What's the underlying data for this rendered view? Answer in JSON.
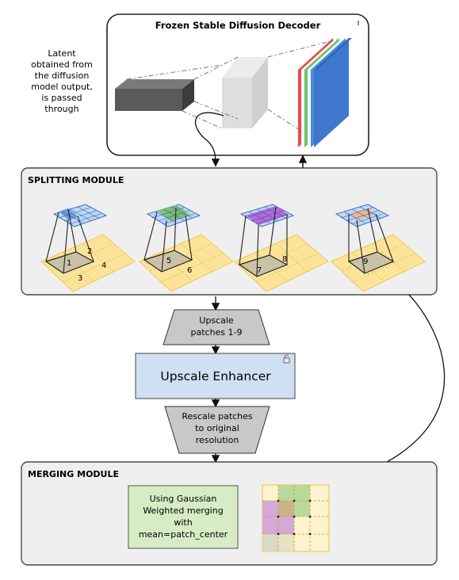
{
  "decoder": {
    "title": "Frozen Stable Diffusion Decoder"
  },
  "latent_note": {
    "lines": [
      "Latent",
      "obtained from",
      "the diffusion",
      "model output,",
      "is passed",
      "through"
    ]
  },
  "splitting": {
    "title": "SPLITTING MODULE",
    "groups": [
      {
        "labels": [
          "1",
          "2",
          "3",
          "4"
        ],
        "highlight": "#6a9ad8"
      },
      {
        "labels": [
          "5",
          "6"
        ],
        "highlight": "#7cc070"
      },
      {
        "labels": [
          "7",
          "8"
        ],
        "highlight": "#b56ad8"
      },
      {
        "labels": [
          "9"
        ],
        "highlight": "#f0b890"
      }
    ]
  },
  "upscale": {
    "lines": [
      "Upscale",
      "patches 1-9"
    ]
  },
  "enhancer": {
    "label": "Upscale Enhancer"
  },
  "rescale": {
    "lines": [
      "Rescale patches",
      "to original",
      "resolution"
    ]
  },
  "merging": {
    "title": "MERGING MODULE",
    "method_lines": [
      "Using Gaussian",
      "Weighted merging",
      "with",
      "mean=patch_center"
    ]
  },
  "colors": {
    "panel_fill": "#efefef",
    "panel_stroke": "#4a4a4a",
    "trapezoid_fill": "#c8c8c8",
    "enhancer_fill": "#cfe0f2",
    "method_fill": "#d6ecc4",
    "patch_grid": "#f2c94c",
    "grid_blue": "#2a5fb8"
  }
}
